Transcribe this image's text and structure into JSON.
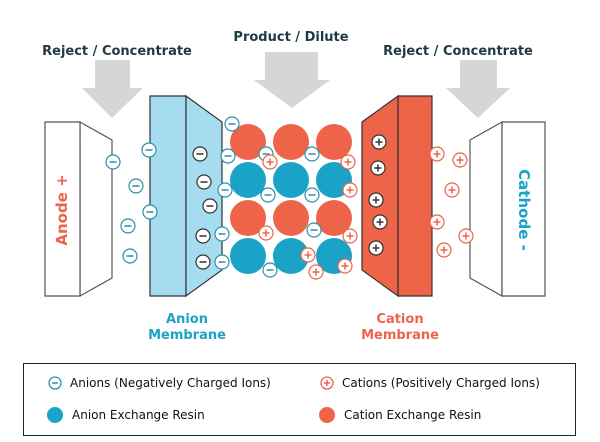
{
  "labels": {
    "reject_left": "Reject / Concentrate",
    "product": "Product / Dilute",
    "reject_right": "Reject / Concentrate",
    "anode": "Anode +",
    "cathode": "Cathode -",
    "anion_membrane_line1": "Anion",
    "anion_membrane_line2": "Membrane",
    "cation_membrane_line1": "Cation",
    "cation_membrane_line2": "Membrane"
  },
  "symbols": {
    "anion": "−",
    "cation": "+"
  },
  "legend": {
    "anions": "Anions (Negatively Charged Ions)",
    "cations": "Cations (Positively Charged Ions)",
    "anion_resin": "Anion Exchange Resin",
    "cation_resin": "Cation Exchange Resin"
  },
  "colors": {
    "teal": "#1aa3c6",
    "teal_light": "#a6dcef",
    "coral": "#ee6449",
    "arrow_gray": "#d6d6d6",
    "text_dark": "#1e3a44",
    "ion_blue": "#2e8fa8"
  }
}
